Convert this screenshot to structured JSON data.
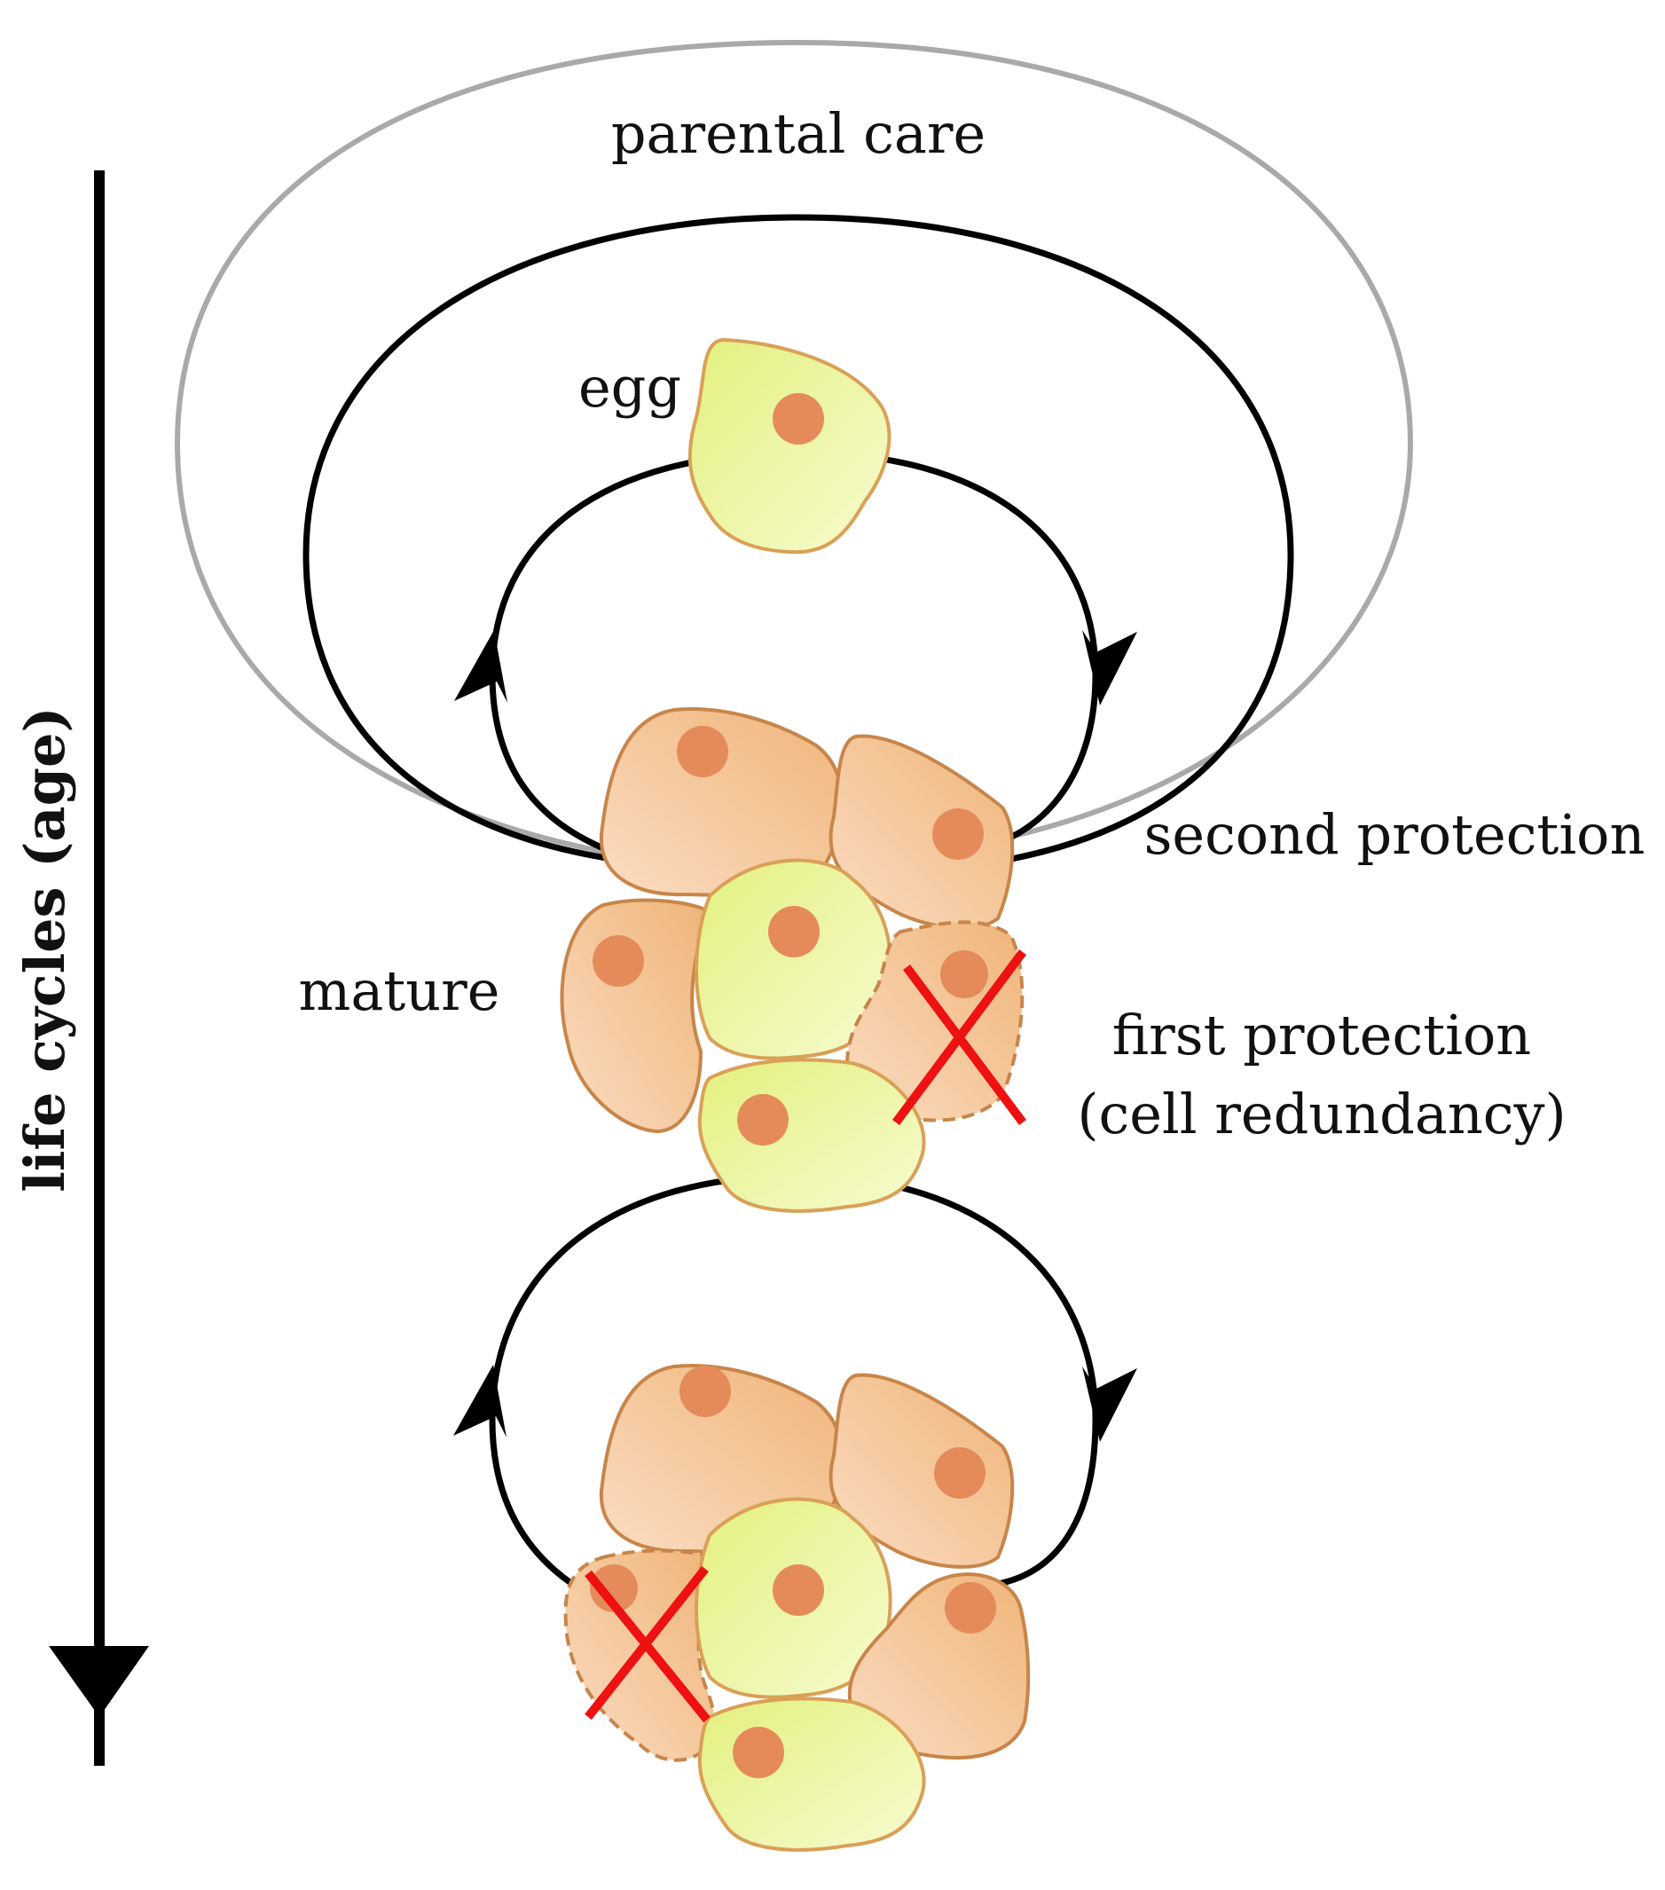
{
  "labels": {
    "parental_care": "parental care",
    "egg": "egg",
    "second_protection": "second protection",
    "mature": "mature",
    "first_protection": "first protection",
    "cell_redundancy": "(cell redundancy)",
    "age_axis": "life cycles (age)"
  },
  "colors": {
    "outer_loop": "#a9a9a9",
    "loops": "#000000",
    "germ_cell_fill_light": "#f7fbd0",
    "germ_cell_fill_dark": "#e3f07e",
    "germ_cell_stroke": "#d9a057",
    "soma_cell_fill_light": "#fbdcc2",
    "soma_cell_fill_dark": "#efb579",
    "soma_cell_stroke": "#c8854a",
    "nucleus": "#e58b5a",
    "cross": "#ee1111"
  }
}
